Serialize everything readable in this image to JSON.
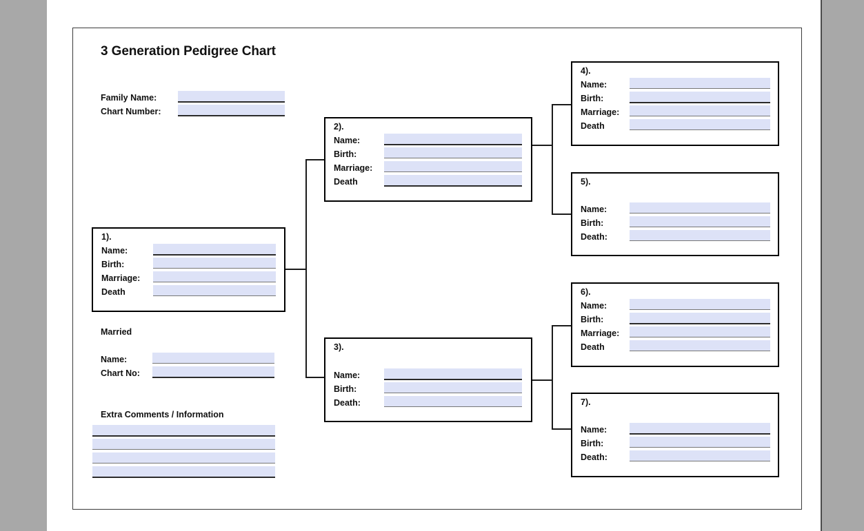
{
  "document": {
    "title": "3 Generation Pedigree Chart"
  },
  "header_fields": [
    {
      "label": "Family Name:",
      "value": "",
      "placeholder": ""
    },
    {
      "label": "Chart Number:",
      "value": "",
      "placeholder": ""
    }
  ],
  "married_section": {
    "heading": "Married",
    "fields": [
      {
        "label": "Name:",
        "value": "",
        "placeholder": ""
      },
      {
        "label": "Chart No:",
        "value": "",
        "placeholder": ""
      }
    ]
  },
  "comments_section": {
    "heading": "Extra Comments / Information",
    "lines": [
      {
        "value": "",
        "placeholder": ""
      },
      {
        "value": "",
        "placeholder": ""
      },
      {
        "value": "",
        "placeholder": ""
      },
      {
        "value": "",
        "placeholder": ""
      }
    ]
  },
  "boxes": [
    {
      "number": "1).",
      "generation": "1",
      "fields": [
        {
          "label": "Name:",
          "value": "",
          "placeholder": ""
        },
        {
          "label": "Birth:",
          "value": "",
          "placeholder": ""
        },
        {
          "label": "Marriage:",
          "value": "",
          "placeholder": ""
        },
        {
          "label": "Death",
          "value": "",
          "placeholder": ""
        }
      ]
    },
    {
      "number": "2).",
      "generation": "2",
      "fields": [
        {
          "label": "Name:",
          "value": "",
          "placeholder": ""
        },
        {
          "label": "Birth:",
          "value": "",
          "placeholder": ""
        },
        {
          "label": "Marriage:",
          "value": "",
          "placeholder": ""
        },
        {
          "label": "Death",
          "value": "",
          "placeholder": ""
        }
      ]
    },
    {
      "number": "3).",
      "generation": "2",
      "fields": [
        {
          "label": "Name:",
          "value": "",
          "placeholder": ""
        },
        {
          "label": "Birth:",
          "value": "",
          "placeholder": ""
        },
        {
          "label": "Death:",
          "value": "",
          "placeholder": ""
        }
      ]
    },
    {
      "number": "4).",
      "generation": "3",
      "fields": [
        {
          "label": "Name:",
          "value": "",
          "placeholder": ""
        },
        {
          "label": "Birth:",
          "value": "",
          "placeholder": ""
        },
        {
          "label": "Marriage:",
          "value": "",
          "placeholder": ""
        },
        {
          "label": "Death",
          "value": "",
          "placeholder": ""
        }
      ]
    },
    {
      "number": "5).",
      "generation": "3",
      "fields": [
        {
          "label": "Name:",
          "value": "",
          "placeholder": ""
        },
        {
          "label": "Birth:",
          "value": "",
          "placeholder": ""
        },
        {
          "label": "Death:",
          "value": "",
          "placeholder": ""
        }
      ]
    },
    {
      "number": "6).",
      "generation": "3",
      "fields": [
        {
          "label": "Name:",
          "value": "",
          "placeholder": ""
        },
        {
          "label": "Birth:",
          "value": "",
          "placeholder": ""
        },
        {
          "label": "Marriage:",
          "value": "",
          "placeholder": ""
        },
        {
          "label": "Death",
          "value": "",
          "placeholder": ""
        }
      ]
    },
    {
      "number": "7).",
      "generation": "3",
      "fields": [
        {
          "label": "Name:",
          "value": "",
          "placeholder": ""
        },
        {
          "label": "Birth:",
          "value": "",
          "placeholder": ""
        },
        {
          "label": "Death:",
          "value": "",
          "placeholder": ""
        }
      ]
    }
  ],
  "colors": {
    "field_fill": "#dde2f7",
    "rule_dark": "#2b2b2b",
    "rule_light": "#767676",
    "box_border": "#000000",
    "page_border": "#3a3a3a",
    "gutter": "#a8a8a8",
    "text": "#0f0f0f"
  }
}
